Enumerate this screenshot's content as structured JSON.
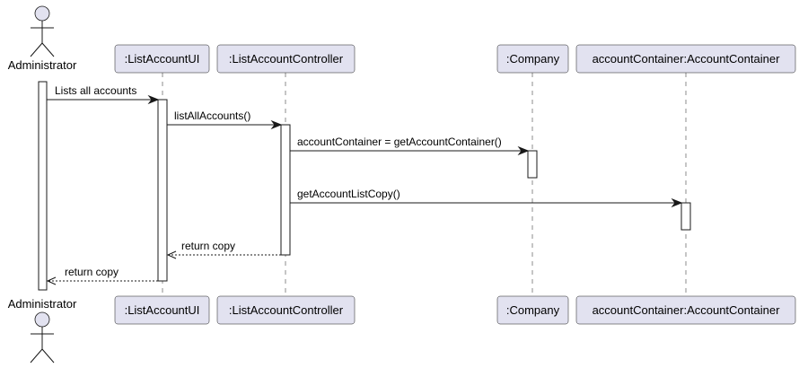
{
  "participants": {
    "administrator": "Administrator",
    "ui": ":ListAccountUI",
    "controller": ":ListAccountController",
    "company": ":Company",
    "container": "accountContainer:AccountContainer"
  },
  "messages": {
    "m1": "Lists all accounts",
    "m2": "listAllAccounts()",
    "m3": "accountContainer = getAccountContainer()",
    "m4": "getAccountListCopy()",
    "m5": "return copy",
    "m6": "return copy"
  }
}
